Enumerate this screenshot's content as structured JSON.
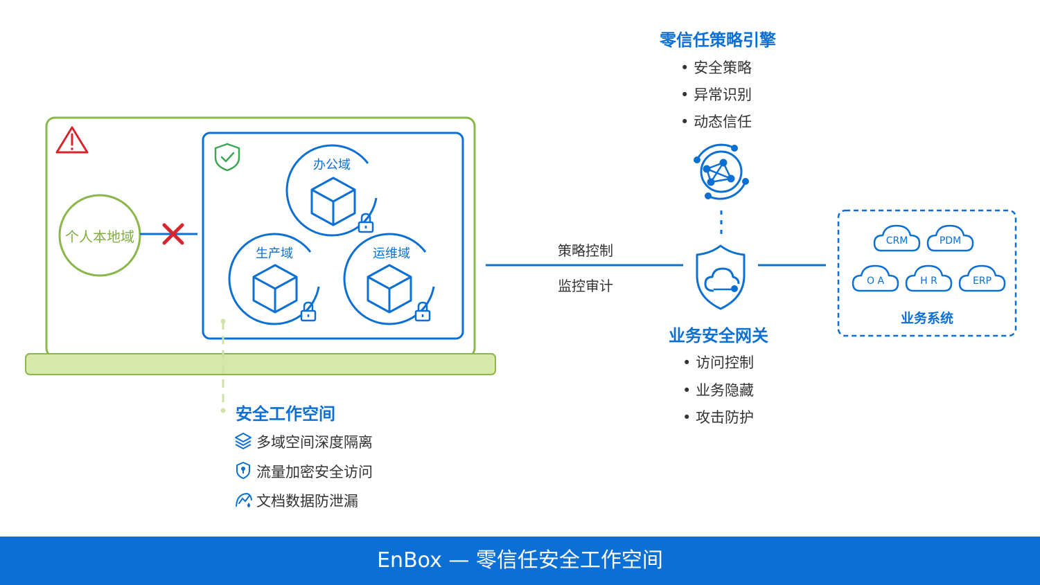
{
  "personal_domain": {
    "label": "个人本地域"
  },
  "secure_domains": [
    {
      "label": "办公域"
    },
    {
      "label": "生产域"
    },
    {
      "label": "运维域"
    }
  ],
  "workspace": {
    "title": "安全工作空间",
    "features": [
      {
        "icon": "layers-icon",
        "text": "多域空间深度隔离"
      },
      {
        "icon": "shield-lock-icon",
        "text": "流量加密安全访问"
      },
      {
        "icon": "document-data-icon",
        "text": "文档数据防泄漏"
      }
    ]
  },
  "connection": {
    "label_top": "策略控制",
    "label_bottom": "监控审计"
  },
  "policy_engine": {
    "title": "零信任策略引擎",
    "items": [
      "安全策略",
      "异常识别",
      "动态信任"
    ]
  },
  "gateway": {
    "title": "业务安全网关",
    "items": [
      "访问控制",
      "业务隐藏",
      "攻击防护"
    ]
  },
  "business_systems": {
    "label": "业务系统",
    "clouds": [
      "CRM",
      "PDM",
      "O A",
      "H R",
      "ERP"
    ]
  },
  "footer": {
    "text": "EnBox — 零信任安全工作空间"
  },
  "colors": {
    "blue": "#0b6fd3",
    "green": "#8ab64a",
    "laptop_base": "#d7e8a8",
    "red": "#d9232d"
  }
}
